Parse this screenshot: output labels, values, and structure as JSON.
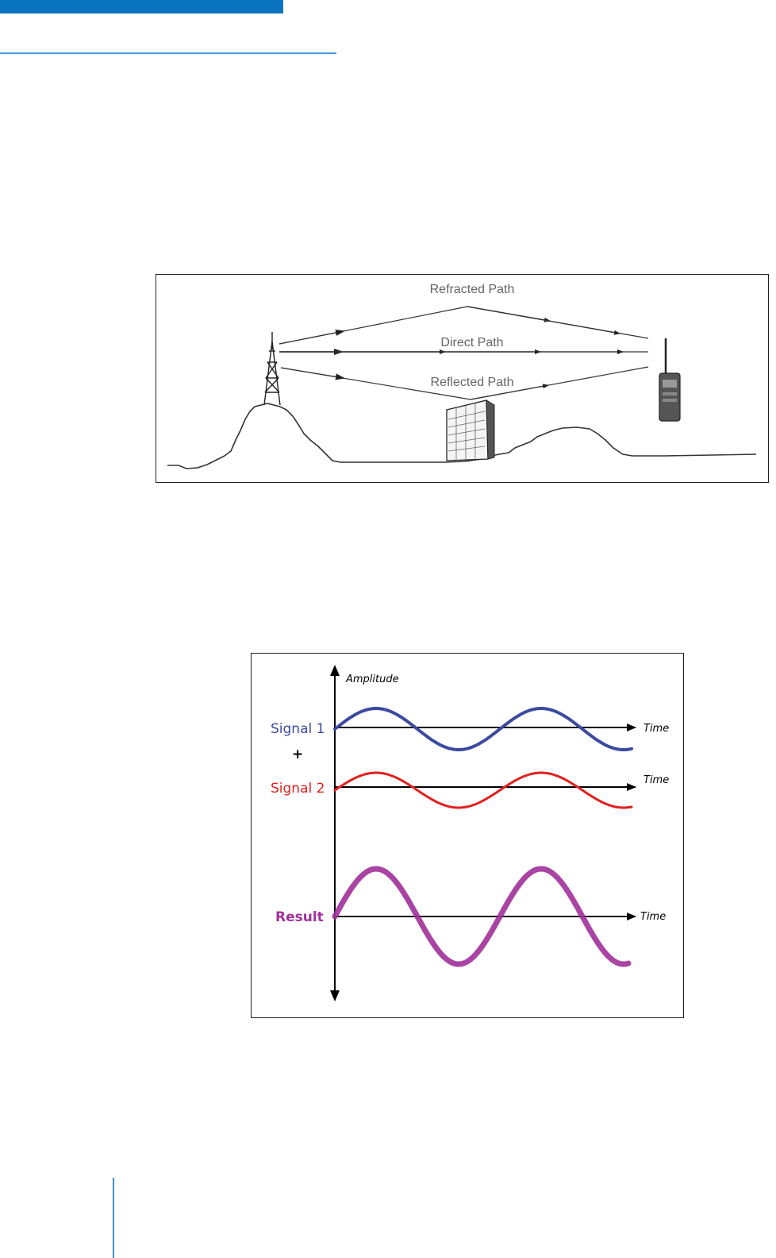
{
  "header": {
    "accent_color": "#0b74c1"
  },
  "propagation_diagram": {
    "paths": [
      {
        "label": "Refracted Path"
      },
      {
        "label": "Direct Path"
      },
      {
        "label": "Reflected Path"
      }
    ],
    "icons": [
      "transmitter-tower-icon",
      "building-icon",
      "handheld-radio-icon",
      "terrain-icon"
    ]
  },
  "signal_diagram": {
    "y_axis_label": "Amplitude",
    "plus_sign": "+",
    "signals": [
      {
        "name": "Signal 1",
        "color": "#3b4aa0",
        "time_label": "Time"
      },
      {
        "name": "Signal 2",
        "color": "#e02020",
        "time_label": "Time"
      },
      {
        "name": "Result",
        "color": "#a0309a",
        "time_label": "Time"
      }
    ]
  }
}
